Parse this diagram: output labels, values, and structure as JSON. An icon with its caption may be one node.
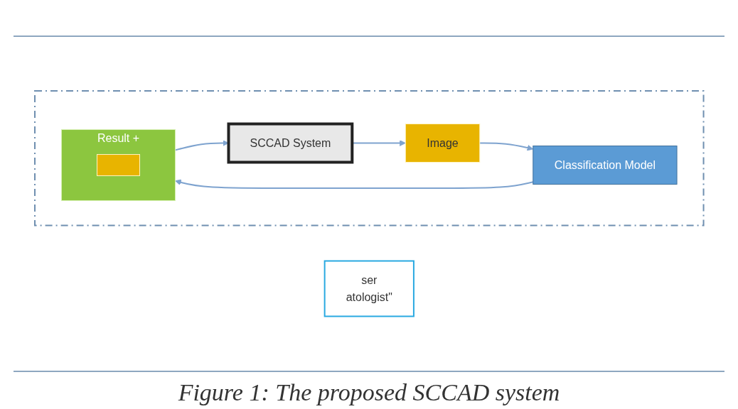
{
  "diagram": {
    "caption": "Figure 1: The proposed SCCAD system",
    "nodes": [
      {
        "text": [
          "ser",
          "atologist\""
        ]
      },
      {
        "text": [],
        "shape": "box"
      },
      {
        "text": [
          "SCCAD System"
        ],
        "in": 1
      },
      {
        "text": [
          "Image"
        ],
        "in": 1
      },
      {
        "text": [
          "Classification Model"
        ],
        "in": 1
      },
      {
        "text": [
          "Result",
          "+"
        ],
        "in": 1
      },
      {
        "text": [],
        "shape": "box",
        "in": 5
      }
    ],
    "edges": [
      {
        "from": 2,
        "to": 3,
        "arrow": "to"
      },
      {
        "from": 3,
        "to": 4,
        "arrow": "to"
      },
      {
        "from": 4,
        "to": 5,
        "arrow": "to"
      },
      {
        "from": 5,
        "to": 2,
        "arrow": "to"
      }
    ]
  }
}
